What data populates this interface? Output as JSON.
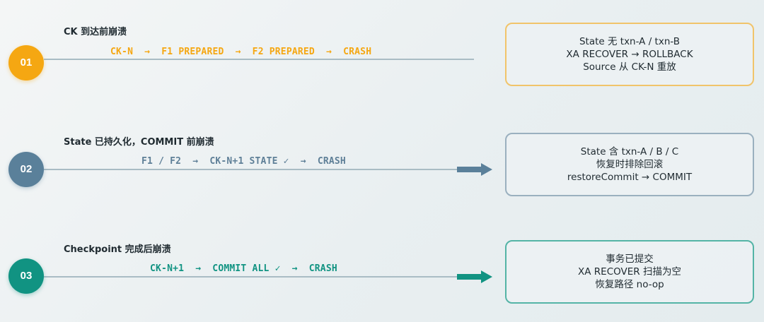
{
  "scenarios": [
    {
      "number": "01",
      "title": "CK 到达前崩溃",
      "sequence": "CK-N  →  F1 PREPARED  →  F2 PREPARED  →  CRASH",
      "card": [
        "State 无 txn-A / txn-B",
        "XA RECOVER → ROLLBACK",
        "Source 从 CK-N 重放"
      ]
    },
    {
      "number": "02",
      "title": "State 已持久化，COMMIT 前崩溃",
      "sequence": "F1 / F2  →  CK-N+1 STATE ✓  →  CRASH",
      "card": [
        "State 含 txn-A / B / C",
        "恢复时排除回滚",
        "restoreCommit → COMMIT"
      ]
    },
    {
      "number": "03",
      "title": "Checkpoint 完成后崩溃",
      "sequence": "CK-N+1  →  COMMIT ALL ✓  →  CRASH",
      "card": [
        "事务已提交",
        "XA RECOVER 扫描为空",
        "恢复路径 no-op"
      ]
    }
  ],
  "colors": {
    "scenario1": "#f5a712",
    "scenario2": "#5a809a",
    "scenario3": "#119382"
  }
}
